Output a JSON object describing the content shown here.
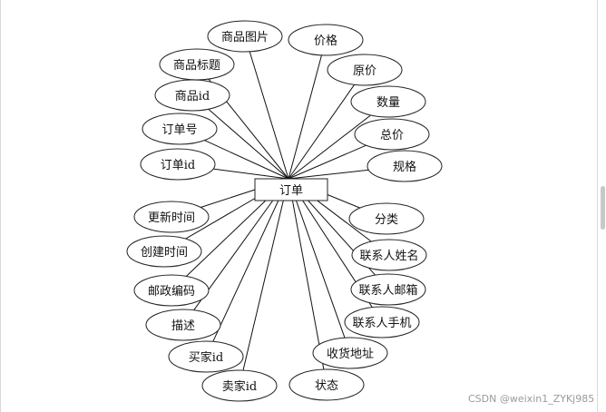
{
  "diagram": {
    "entity": {
      "label": "订单"
    },
    "attributes": [
      "商品图片",
      "价格",
      "商品标题",
      "原价",
      "商品id",
      "数量",
      "订单号",
      "总价",
      "订单id",
      "规格",
      "更新时间",
      "分类",
      "创建时间",
      "联系人姓名",
      "邮政编码",
      "联系人邮箱",
      "描述",
      "联系人手机",
      "买家id",
      "收货地址",
      "卖家id",
      "状态"
    ]
  },
  "watermark": "CSDN @weixin1_ZYKj985"
}
